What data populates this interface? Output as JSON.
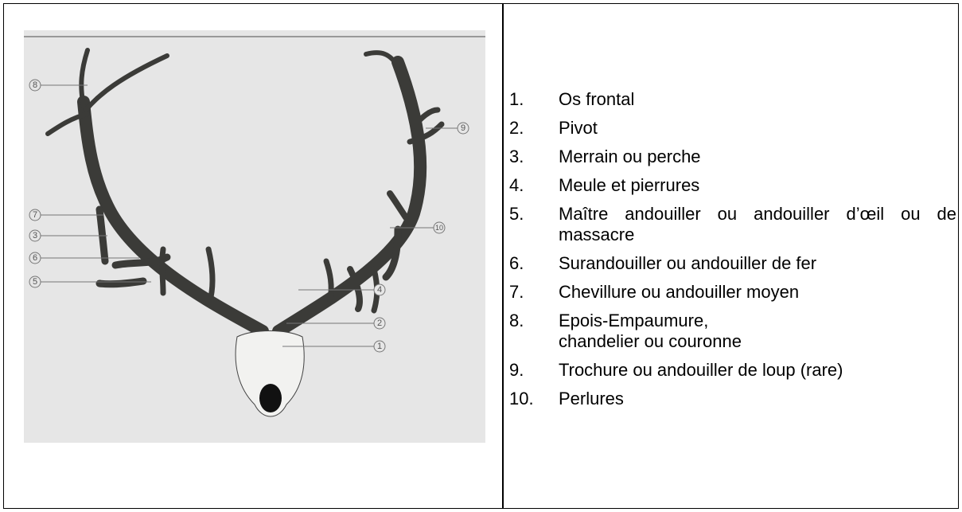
{
  "legend": {
    "items": [
      {
        "num": "1.",
        "text": "Os frontal"
      },
      {
        "num": "2.",
        "text": "Pivot"
      },
      {
        "num": "3.",
        "text": "Merrain ou perche"
      },
      {
        "num": "4.",
        "text": "Meule et pierrures"
      },
      {
        "num": "5.",
        "text": "Maître andouiller ou andouiller d’œil ou de massacre"
      },
      {
        "num": "6.",
        "text": "Surandouiller ou andouiller de fer"
      },
      {
        "num": "7.",
        "text": "Chevillure ou andouiller moyen"
      },
      {
        "num": "8.",
        "text": "Epois-Empaumure,\nchandelier ou couronne"
      },
      {
        "num": "9.",
        "text": "Trochure ou andouiller de loup (rare)"
      },
      {
        "num": "10.",
        "text": "Perlures"
      }
    ]
  },
  "figure": {
    "callouts": [
      "1",
      "2",
      "3",
      "4",
      "5",
      "6",
      "7",
      "8",
      "9",
      "10"
    ],
    "colors": {
      "antler": "#3b3b38",
      "skull": "#f2f2f0",
      "background": "#e6e6e6"
    }
  }
}
